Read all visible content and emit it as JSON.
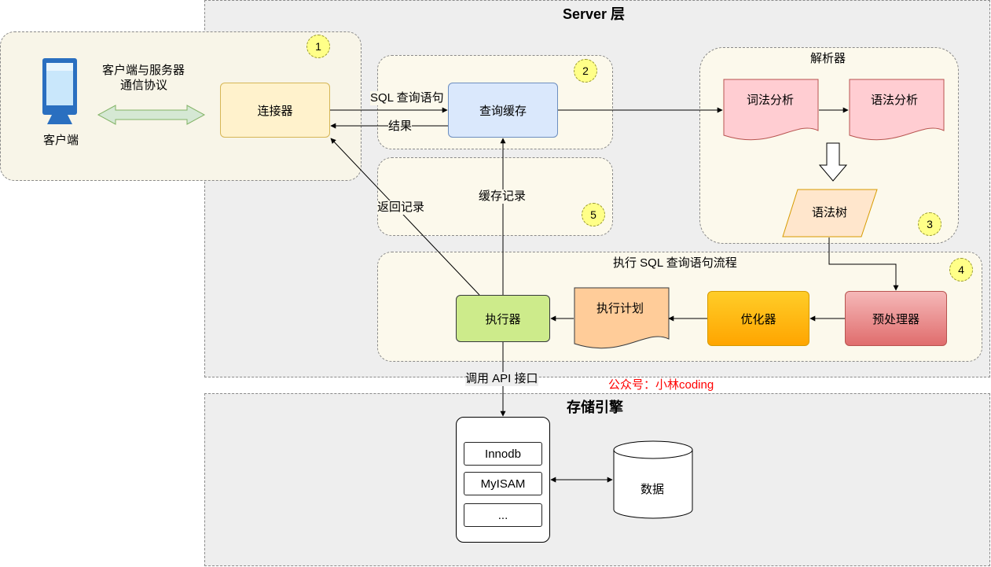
{
  "server": {
    "title": "Server 层"
  },
  "storage": {
    "title": "存储引擎"
  },
  "client": {
    "label": "客户端",
    "protocol_line1": "客户端与服务器",
    "protocol_line2": "通信协议"
  },
  "components": {
    "connector": "连接器",
    "query_cache": "查询缓存",
    "parser_group": "解析器",
    "lexical": "词法分析",
    "syntax": "语法分析",
    "syntax_tree": "语法树",
    "flow_group": "执行 SQL 查询语句流程",
    "preprocessor": "预处理器",
    "optimizer": "优化器",
    "exec_plan": "执行计划",
    "executor": "执行器"
  },
  "edges": {
    "sql_query": "SQL 查询语句",
    "result": "结果",
    "return_records": "返回记录",
    "cache_records": "缓存记录",
    "call_api": "调用 API 接口"
  },
  "badges": [
    "1",
    "2",
    "3",
    "4",
    "5"
  ],
  "engines": [
    "Innodb",
    "MyISAM",
    "..."
  ],
  "data_store": "数据",
  "watermark": "公众号：小林coding",
  "colors": {
    "connector": "#fff2cc",
    "query_cache": "#dae8fc",
    "parse_doc": "#ffcdd2",
    "syntax_tree": "#ffe6cc",
    "preprocessor": "#ea8e8e",
    "optimizer": "#ffb400",
    "exec_plan": "#ffcc99",
    "executor": "#cdeb8b",
    "protocol_arrow": "#d5e8d4",
    "watermark": "#ff0000"
  }
}
